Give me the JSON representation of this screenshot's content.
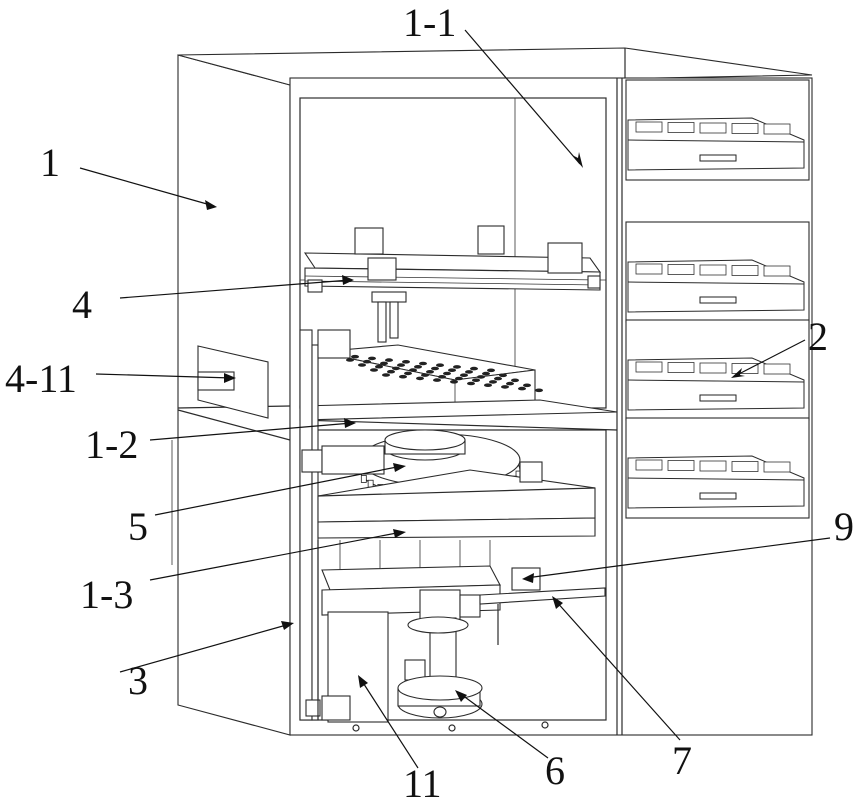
{
  "labels": {
    "l1": "1",
    "l1_1": "1-1",
    "l2": "2",
    "l4": "4",
    "l4_11": "4-11",
    "l1_2": "1-2",
    "l5": "5",
    "l9": "9",
    "l1_3": "1-3",
    "l3": "3",
    "l7": "7",
    "l6": "6",
    "l11": "11"
  }
}
